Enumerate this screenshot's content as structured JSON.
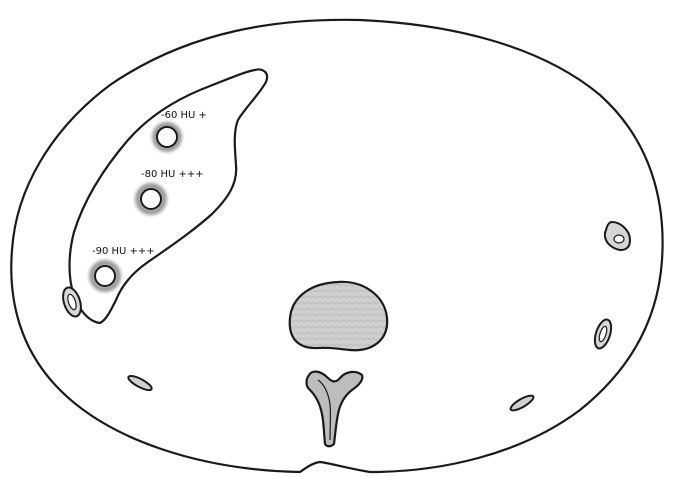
{
  "labels": {
    "roi_1": "-60 HU +",
    "roi_2": "-80 HU +++",
    "roi_3": "-90 HU +++"
  },
  "colors": {
    "outline": "#1a1a1a",
    "background": "#ffffff",
    "vertebral_body_fill": "#cfcfcf",
    "roi_shadow": "#9a9a9a"
  }
}
